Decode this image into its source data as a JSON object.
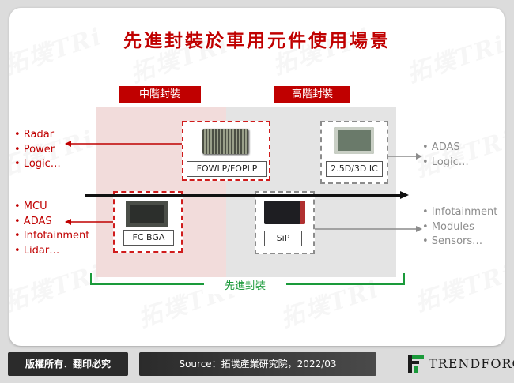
{
  "title": "先進封裝於車用元件使用場景",
  "watermark_text": "拓墣TRi",
  "zones": {
    "mid": {
      "header": "中階封裝"
    },
    "high": {
      "header": "高階封裝"
    }
  },
  "packages": {
    "fowlp": {
      "label": "FOWLP/FOPLP"
    },
    "fcbga": {
      "label": "FC BGA"
    },
    "twofived": {
      "label": "2.5D/3D IC"
    },
    "sip": {
      "label": "SiP"
    }
  },
  "bullets": {
    "upper_left": [
      "• Radar",
      "• Power",
      "• Logic…"
    ],
    "lower_left": [
      "• MCU",
      "• ADAS",
      "• Infotainment",
      "• Lidar…"
    ],
    "upper_right": [
      "• ADAS",
      "• Logic…"
    ],
    "lower_right": [
      "• Infotainment",
      "• Modules",
      "• Sensors…"
    ]
  },
  "bracket_label": "先進封裝",
  "footer": {
    "copyright": "版權所有．翻印必究",
    "source": "Source：拓墣產業研究院，2022/03",
    "brand": "TRENDFORCE"
  },
  "colors": {
    "accent_red": "#c00000",
    "mid_zone": "#f2dcdb",
    "high_zone": "#e4e4e4",
    "green": "#1a9a3a",
    "grey": "#8c8c8c"
  }
}
